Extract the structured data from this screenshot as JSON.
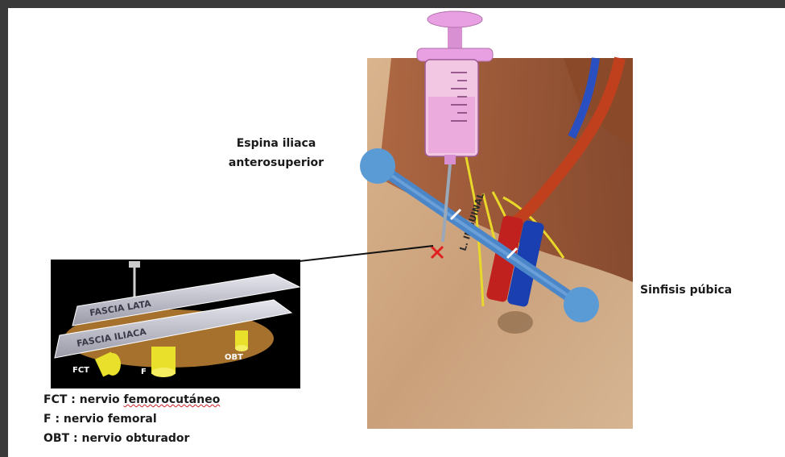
{
  "labels": {
    "espina_line1": "Espina iliaca",
    "espina_line2": "anterosuperior",
    "sinfisis": "Sinfisis púbica"
  },
  "inset": {
    "fascia_lata": "FASCIA LATA",
    "fascia_iliaca": "FASCIA ILIACA",
    "tag_fct": "FCT",
    "tag_f": "F",
    "tag_obt": "OBT"
  },
  "legend": {
    "fct_abbr": "FCT",
    "fct_text": " : nervio ",
    "fct_term": "femorocutáneo",
    "f_abbr": "F",
    "f_text": " : nervio femoral",
    "obt_abbr": "OBT",
    "obt_text": " : nervio obturador"
  },
  "illustration": {
    "ligament_label": "L. INGUINAL"
  },
  "colors": {
    "ligament": "#4a86c8",
    "ligament_knob": "#5b9bd5",
    "artery": "#c0201e",
    "vein": "#1a3fb0",
    "syringe": "#e9a0e3",
    "nerve": "#e8d82a",
    "puncture_mark": "#e02020"
  }
}
